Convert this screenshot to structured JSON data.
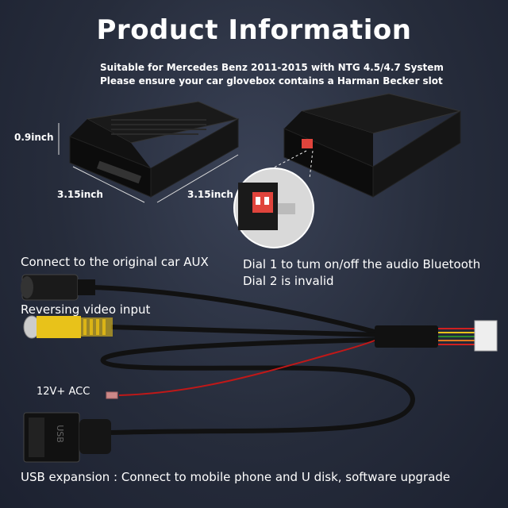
{
  "title": "Product Information",
  "subtitle_1": "Suitable for Mercedes Benz 2011-2015 with NTG 4.5/4.7 System",
  "subtitle_2": "Please ensure your car glovebox contains a Harman Becker slot",
  "dimensions": {
    "height": "0.9inch",
    "width": "3.15inch",
    "depth": "3.15inch"
  },
  "labels": {
    "aux": "Connect to the original car AUX",
    "dial_1": "Dial 1 to tum on/off the audio Bluetooth",
    "dial_2": "Dial 2 is invalid",
    "reversing": "Reversing video input",
    "power": "12V+ ACC",
    "usb": "USB expansion : Connect to mobile phone and U disk, software upgrade"
  },
  "usb_plug_text": "USB",
  "colors": {
    "background": "#262c3b",
    "rca_yellow": "#e8c21a",
    "power_wire": "#d0202a",
    "switch_red": "#e0443c"
  }
}
